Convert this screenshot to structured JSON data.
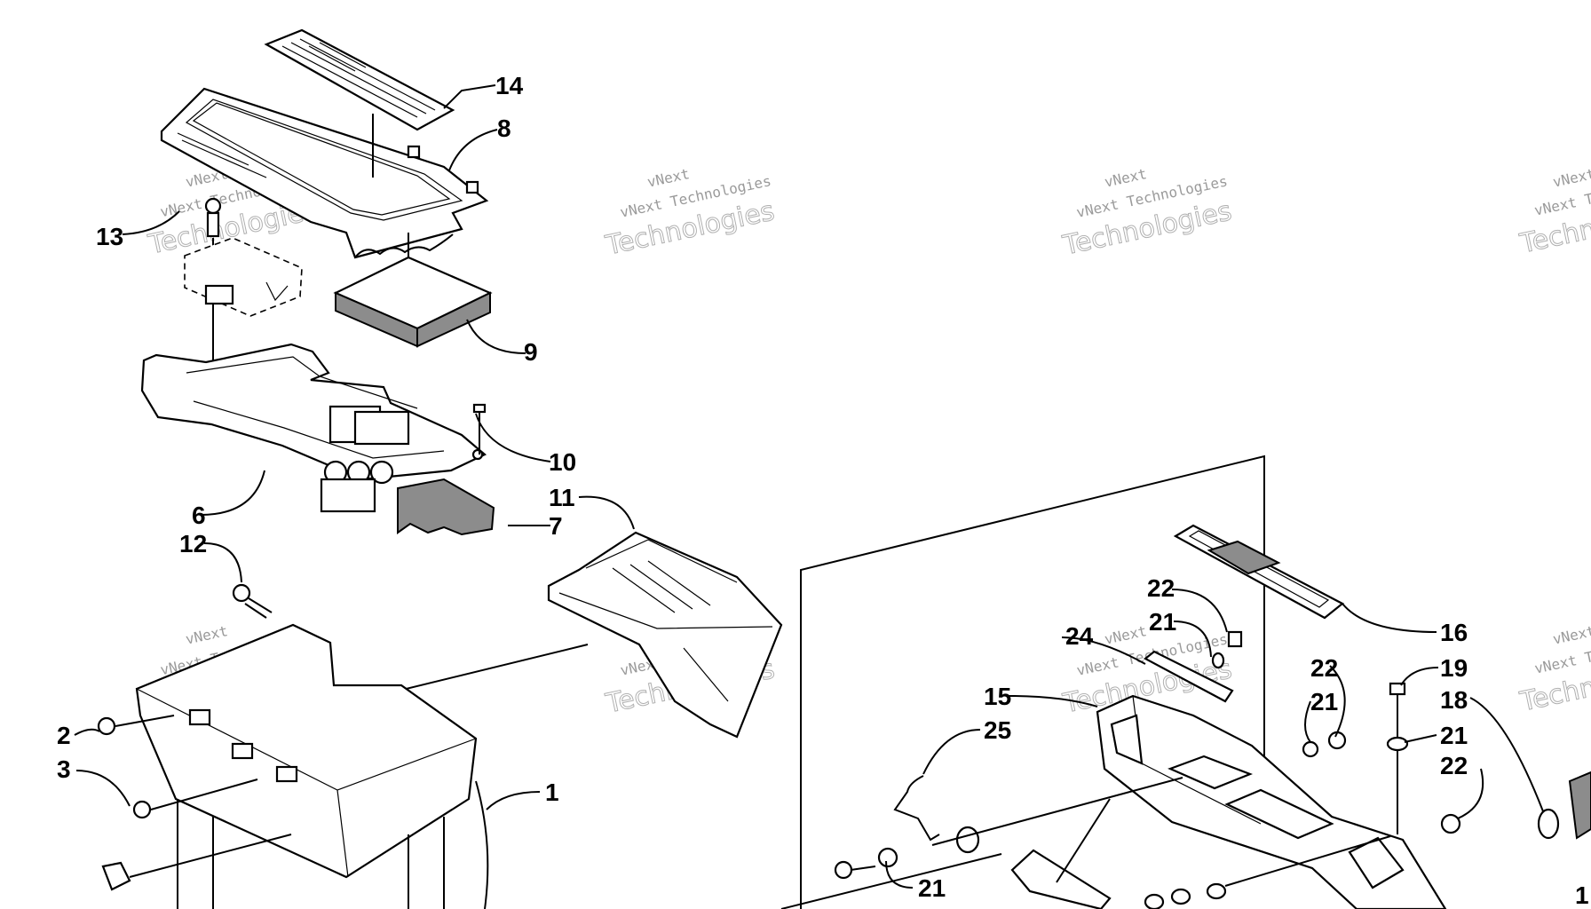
{
  "watermark": {
    "line1": "vNext",
    "line2": "vNext Technologies",
    "line3": "Technologies"
  },
  "callouts": [
    {
      "id": "c14a",
      "text": "14"
    },
    {
      "id": "c8a",
      "text": "8"
    },
    {
      "id": "c13a",
      "text": "13"
    },
    {
      "id": "c9a",
      "text": "9"
    },
    {
      "id": "c10a",
      "text": "10"
    },
    {
      "id": "c6a",
      "text": "6"
    },
    {
      "id": "c7a",
      "text": "7"
    },
    {
      "id": "c11a",
      "text": "11"
    },
    {
      "id": "c12a",
      "text": "12"
    },
    {
      "id": "c2a",
      "text": "2"
    },
    {
      "id": "c3a",
      "text": "3"
    },
    {
      "id": "c1a",
      "text": "1"
    },
    {
      "id": "c22a",
      "text": "22"
    },
    {
      "id": "c21a",
      "text": "21"
    },
    {
      "id": "c24a",
      "text": "24"
    },
    {
      "id": "c16a",
      "text": "16"
    },
    {
      "id": "c22b",
      "text": "22"
    },
    {
      "id": "c21b",
      "text": "21"
    },
    {
      "id": "c19a",
      "text": "19"
    },
    {
      "id": "c15a",
      "text": "15"
    },
    {
      "id": "c25a",
      "text": "25"
    },
    {
      "id": "c18a",
      "text": "18"
    },
    {
      "id": "c21c",
      "text": "21"
    },
    {
      "id": "c22c",
      "text": "22"
    },
    {
      "id": "c21d",
      "text": "21"
    },
    {
      "id": "c1xa",
      "text": "1"
    }
  ]
}
